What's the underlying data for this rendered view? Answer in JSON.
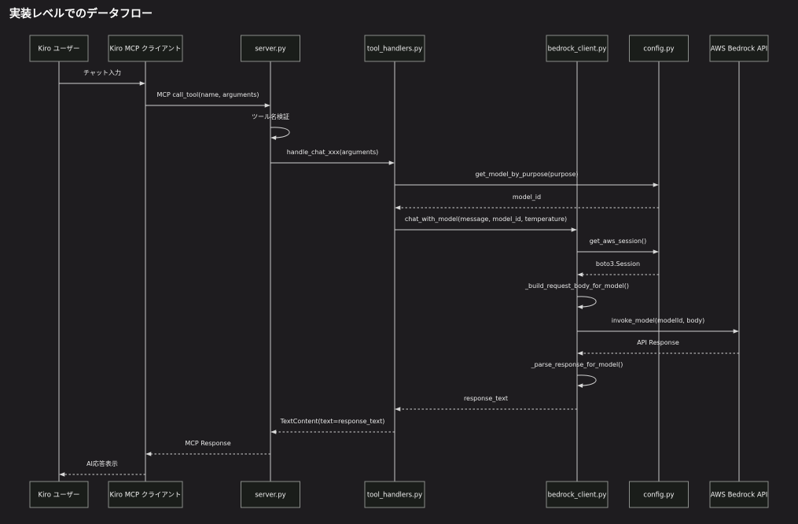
{
  "title": "実装レベルでのデータフロー",
  "participants": [
    {
      "id": "user",
      "label": "Kiro ユーザー"
    },
    {
      "id": "client",
      "label": "Kiro MCP クライアント"
    },
    {
      "id": "server",
      "label": "server.py"
    },
    {
      "id": "handlers",
      "label": "tool_handlers.py"
    },
    {
      "id": "bedrock_client",
      "label": "bedrock_client.py"
    },
    {
      "id": "config",
      "label": "config.py"
    },
    {
      "id": "api",
      "label": "AWS Bedrock API"
    }
  ],
  "messages": [
    {
      "from": "user",
      "to": "client",
      "label": "チャット入力",
      "style": "solid"
    },
    {
      "from": "client",
      "to": "server",
      "label": "MCP call_tool(name, arguments)",
      "style": "solid"
    },
    {
      "from": "server",
      "to": "server",
      "label": "ツール名検証",
      "style": "self"
    },
    {
      "from": "server",
      "to": "handlers",
      "label": "handle_chat_xxx(arguments)",
      "style": "solid"
    },
    {
      "from": "handlers",
      "to": "config",
      "label": "get_model_by_purpose(purpose)",
      "style": "solid"
    },
    {
      "from": "config",
      "to": "handlers",
      "label": "model_id",
      "style": "dashed"
    },
    {
      "from": "handlers",
      "to": "bedrock_client",
      "label": "chat_with_model(message, model_id, temperature)",
      "style": "solid"
    },
    {
      "from": "bedrock_client",
      "to": "config",
      "label": "get_aws_session()",
      "style": "solid"
    },
    {
      "from": "config",
      "to": "bedrock_client",
      "label": "boto3.Session",
      "style": "dashed"
    },
    {
      "from": "bedrock_client",
      "to": "bedrock_client",
      "label": "_build_request_body_for_model()",
      "style": "self"
    },
    {
      "from": "bedrock_client",
      "to": "api",
      "label": "invoke_model(modelId, body)",
      "style": "solid"
    },
    {
      "from": "api",
      "to": "bedrock_client",
      "label": "API Response",
      "style": "dashed"
    },
    {
      "from": "bedrock_client",
      "to": "bedrock_client",
      "label": "_parse_response_for_model()",
      "style": "self"
    },
    {
      "from": "bedrock_client",
      "to": "handlers",
      "label": "response_text",
      "style": "dashed"
    },
    {
      "from": "handlers",
      "to": "server",
      "label": "TextContent(text=response_text)",
      "style": "dashed"
    },
    {
      "from": "server",
      "to": "client",
      "label": "MCP Response",
      "style": "dashed"
    },
    {
      "from": "client",
      "to": "user",
      "label": "AI応答表示",
      "style": "dashed"
    }
  ]
}
